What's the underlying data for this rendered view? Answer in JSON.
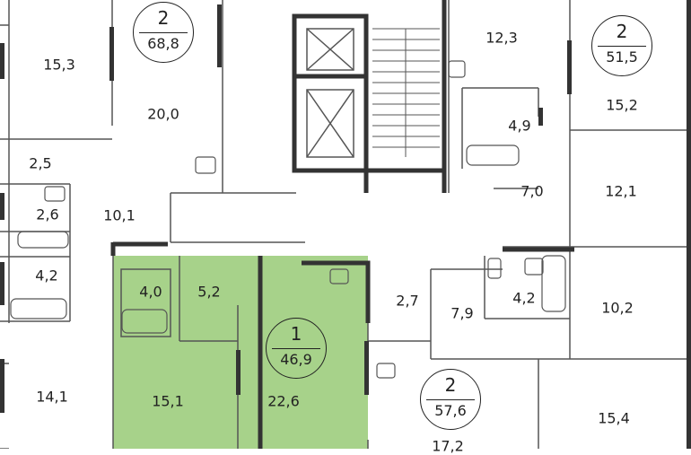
{
  "colors": {
    "highlight": "#a7d28a",
    "wall": "#333333",
    "thin": "#555555",
    "text": "#222222"
  },
  "apartments": [
    {
      "id": "apt-68",
      "rooms": "2",
      "area": "68,8"
    },
    {
      "id": "apt-51",
      "rooms": "2",
      "area": "51,5"
    },
    {
      "id": "apt-46",
      "rooms": "1",
      "area": "46,9"
    },
    {
      "id": "apt-57",
      "rooms": "2",
      "area": "57,6"
    }
  ],
  "rooms": [
    "15,3",
    "20,0",
    "2,5",
    "2,6",
    "10,1",
    "4,2",
    "14,1",
    "4,0",
    "5,2",
    "15,1",
    "22,6",
    "2,7",
    "12,3",
    "4,9",
    "15,2",
    "7,0",
    "12,1",
    "7,9",
    "4,2",
    "10,2",
    "15,4",
    "17,2"
  ]
}
